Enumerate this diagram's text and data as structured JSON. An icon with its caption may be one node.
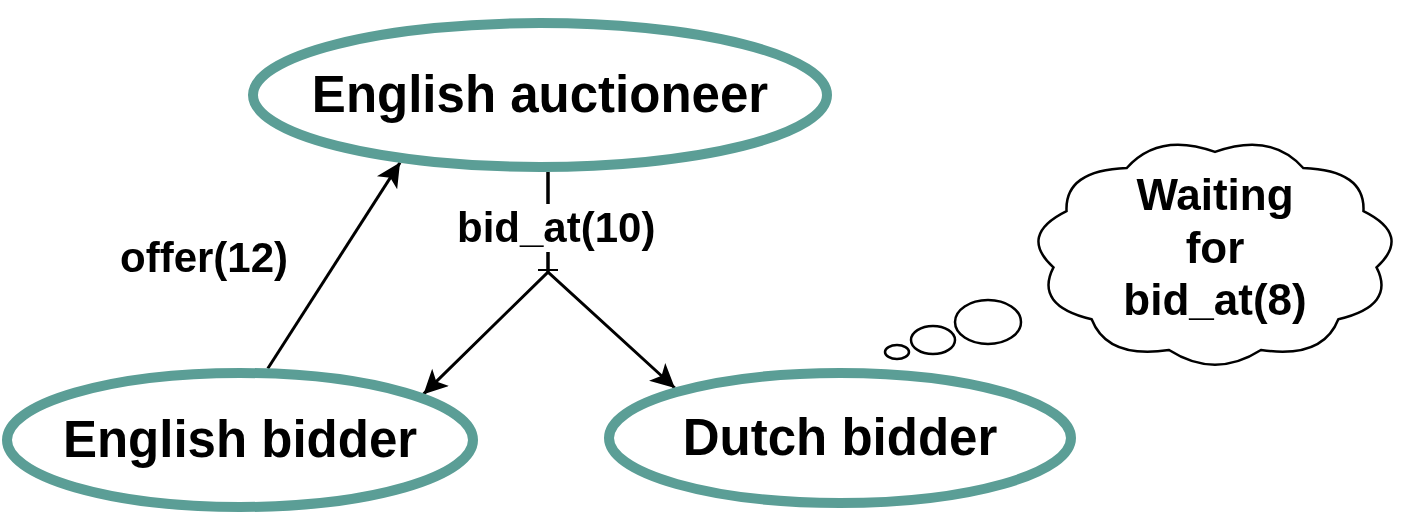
{
  "diagram": {
    "nodes": [
      {
        "text": [
          "English auctioneer"
        ]
      },
      {
        "text": [
          "English bidder"
        ]
      },
      {
        "text": [
          "Dutch bidder"
        ]
      },
      {
        "text": [
          "Waiting for bid_at(8)"
        ]
      }
    ],
    "edges": [
      {
        "from": 1,
        "to": 0,
        "arrow": "to",
        "label": "offer(12)"
      },
      {
        "from": 0,
        "to": 1,
        "arrow": "to",
        "label": "bid_at(10)"
      },
      {
        "from": 0,
        "to": 2,
        "arrow": "to"
      }
    ]
  }
}
